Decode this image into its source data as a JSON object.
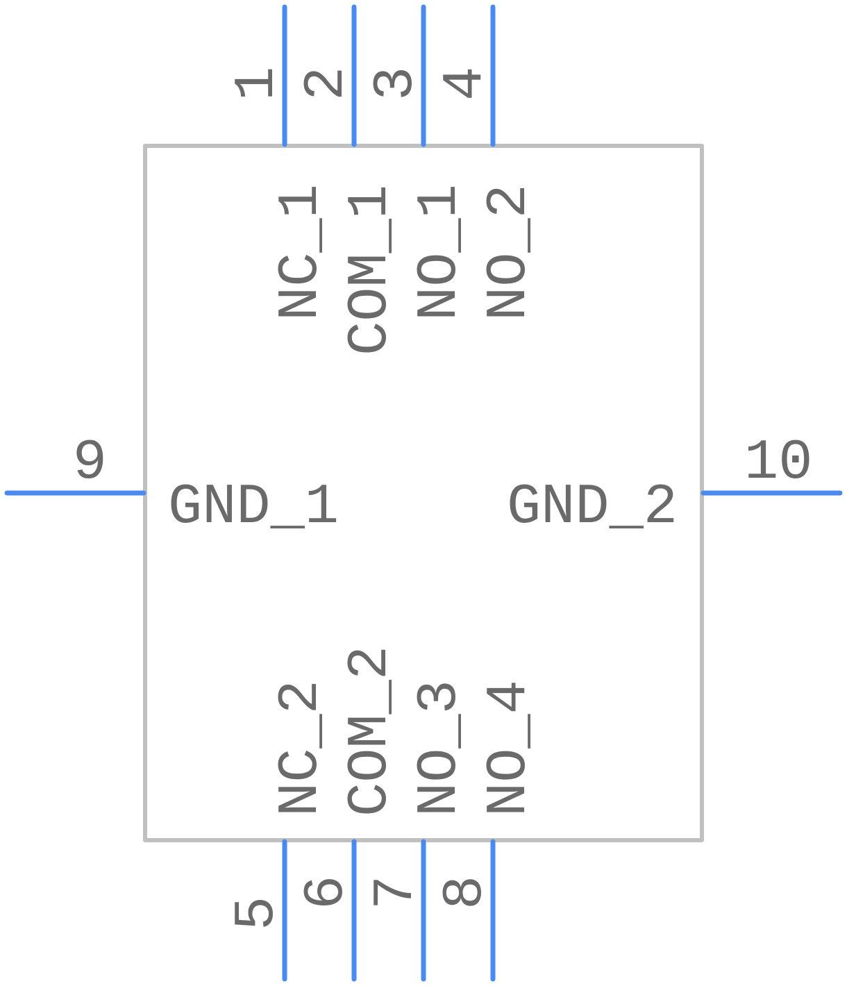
{
  "component": {
    "pins": [
      {
        "number": "1",
        "name": "NC_1"
      },
      {
        "number": "2",
        "name": "COM_1"
      },
      {
        "number": "3",
        "name": "NO_1"
      },
      {
        "number": "4",
        "name": "NO_2"
      },
      {
        "number": "5",
        "name": "NC_2"
      },
      {
        "number": "6",
        "name": "COM_2"
      },
      {
        "number": "7",
        "name": "NO_3"
      },
      {
        "number": "8",
        "name": "NO_4"
      },
      {
        "number": "9",
        "name": "GND_1"
      },
      {
        "number": "10",
        "name": "GND_2"
      }
    ]
  },
  "colors": {
    "pin": "#4a8af0",
    "body": "#c0c0c0",
    "text": "#6a6a6a"
  }
}
